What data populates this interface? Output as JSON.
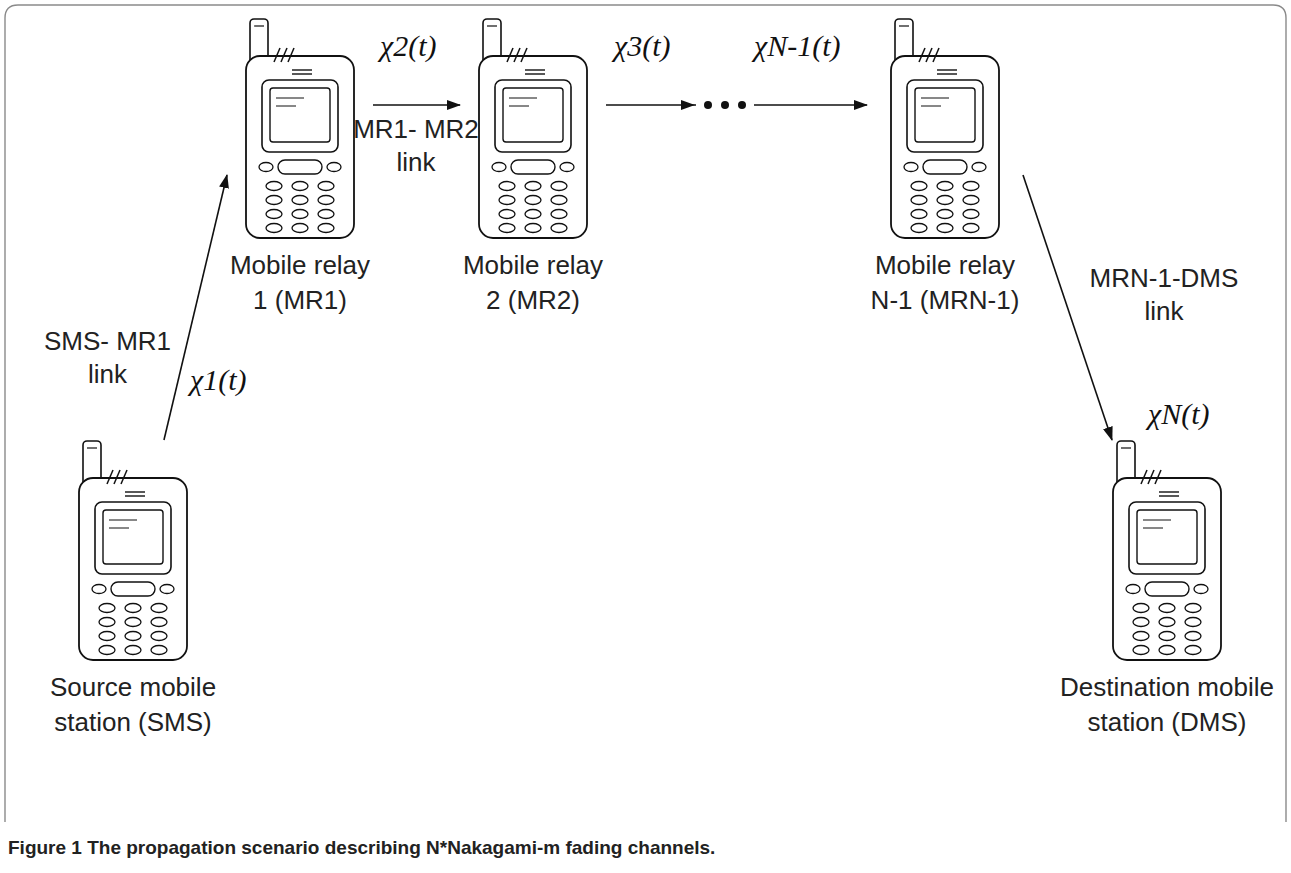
{
  "diagram": {
    "caption": "Figure 1 The propagation scenario describing N*Nakagami-m fading channels.",
    "nodes": [
      {
        "text": [
          "Source mobile station (SMS)"
        ]
      },
      {
        "text": [
          "Mobile relay 1 (MR1)"
        ]
      },
      {
        "text": [
          "Mobile relay 2 (MR2)"
        ]
      },
      {
        "text": [
          "Mobile relay N-1 (MRN-1)"
        ]
      },
      {
        "text": [
          "Destination mobile station (DMS)"
        ]
      }
    ],
    "edges": [
      {
        "from": 0,
        "to": 1,
        "arrow": "to",
        "label": "χ1(t)"
      },
      {
        "from": 1,
        "to": 2,
        "arrow": "to",
        "label": "χ2(t)"
      },
      {
        "from": 2,
        "to": 3,
        "arrow": "to",
        "label": "χ3(t)"
      },
      {
        "from": 3,
        "to": 4,
        "arrow": "to",
        "label": "χN(t)"
      }
    ],
    "labels": [
      "SMS- MR1 link",
      "MR1- MR2 link",
      "χN-1(t)",
      "MRN-1-DMS link"
    ]
  }
}
